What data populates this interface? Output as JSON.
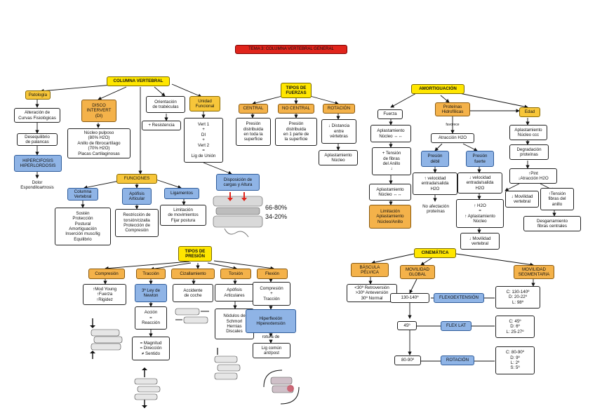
{
  "title": "TEMA 3: COLUMNA VERTEBRAL GENERAL",
  "left": {
    "root": "COLUMNA VERTEBRAL",
    "patologia": "Patología",
    "disco": "DISCO\nINTERVERT\n(DI)",
    "orientacion": "Orientación\nde trabéculas",
    "unidad": "Unidad\nFuncional",
    "alteracion": "Alteración de\nCurvas Fisiológicas",
    "desequilibrio": "Desequilibrio\nde palancas",
    "hiper": "HIPERCIFOSIS\nHIPERLORDOSIS",
    "dolor": "Dolor\nEspondiloartrosis",
    "nucleo": "Núcleo pulposo\n(80% H2O)\nAnillo de fibrocartílago\n(70% H2O)\nPlacas Cartilaginosas",
    "resistencia": "+ Resistencia",
    "vert": "Vert 1\n+\nDI\n+\nVert 2\n=\nLig de Unión",
    "disposicion": "Disposición de\ncargas y Altura",
    "pct1": "66-80%",
    "pct2": "34-20%",
    "funciones": "FUNCIONES",
    "colvert": "Columna\nVertebral",
    "apofisis": "Apófisis\nArticular",
    "ligamentos": "Ligamentos",
    "sosten": "Sostén\nProtección\nPostural\nAmortiguación\nInserción musc/lig\nEquilibrio",
    "restriccion": "Restricción de\ntorsión/cizalla\nProtección de\nCompresión",
    "limitacion": "Limitación\nde movimientos\nFijar postura",
    "tipos_presion": "TIPOS DE\nPRESIÓN",
    "compresion": "Compresión",
    "traccion": "Tracción",
    "cizallamiento": "Cizallamiento",
    "torsion": "Torsión",
    "flexion": "Flexión",
    "mod_young": "↑Mod Young\n↑Fuerza\n↑Rigidez",
    "ley_newton": "3ª Ley de\nNewton",
    "accidente": "Accidente\nde coche",
    "apofisis_art": "Apófisis\nArticulares",
    "comp_trac": "Compresión\n+\nTracción",
    "accion": "Acción\n=\nReacción",
    "magnitud": "= Magnitud\n= Dirección\n≠ Sentido",
    "nodulos": "Nódulos de\nSchmorl\nHernias\nDiscales",
    "hiperflexion": "Hiperflexión\nHiperextensión",
    "rotura": "rotura de",
    "lig_comun": "Lig común\nant/post"
  },
  "middle": {
    "tipos_fuerzas": "TIPOS DE\nFUERZAS",
    "central": "CENTRAL",
    "no_central": "NO CENTRAL",
    "rotacion": "ROTACIÓN",
    "presion_dist": "Presión\ndistribuida\nen toda la\nsuperficie",
    "presion_parte": "Presión\ndistribuida\nen 1 parte de\nla superficie",
    "distancia": "↓ Distancia\nentre\nvértebras",
    "aplast": "Aplastamiento\nNúcleo"
  },
  "right": {
    "amortiguacion": "AMORTIGUACIÓN",
    "fuerza": "Fuerza",
    "proteinas": "Proteínas\nHidrofílicas",
    "edad": "Edad",
    "aplast_nucleo": "Aplastamiento\nNúcleo ↔↔",
    "favorece": "favorece",
    "atraccion": "Atracción H2O",
    "aplast_nucleo_ccc": "Aplastamiento\nNúcleo ccc",
    "tension_fibras": "+ Tensión\nde fibras\ndel Anillo\n↓",
    "presion_debil": "Presión\ndébil",
    "presion_fuerte": "Presión\nfuerte",
    "degradacion": "Degradación\nproteínas",
    "aplast_nucleo2": "Aplastamiento\nNúcleo ↔↔",
    "vel_debil": "↑ velocidad\nentrada/salida\nH2O",
    "vel_fuerte": "↓ velocidad\nentrada/salida\nH2O",
    "hpint": "↑Pint\n↓Atracción H2O",
    "limitacion_aplast": "Limitación\nAplastamiento\nNúcleo/Anillo",
    "no_afectacion": "No afectación\nproteínas",
    "h2o_aplast": "↑ H2O\n=\n↑ Aplastamiento\nNúcleo",
    "movilidad_vert": "↓ Movilidad\nvertebral",
    "tension_fibras2": "↑Tensión\nfibras del\nanillo",
    "desgarramiento": "Desgarramiento\nfibras centrales",
    "movilidad_vert2": "↓ Movilidad\nvertebral",
    "cinematica": "CINEMÁTICA",
    "bascula": "BÁSCULA\nPÉLVICA",
    "movilidad_global": "MOVILIDAD\nGLOBAL",
    "movilidad_seg": "MOVILIDAD\nSEGMENTARIA",
    "retroversion": "<30º Retroversión\n>30º Anteversión\n30º Normal",
    "g130": "130-140º",
    "flexoext": "FLEXOEXTENSIÓN",
    "seg_flex": "C: 130-140º\nD: 20-22º\nL: 98º",
    "g45": "45º",
    "flexlat": "FLEX LAT",
    "seg_lat": "C: 45º\nD: 6º\nL: 25-27º",
    "g80": "80-90º",
    "rotacion": "ROTACIÓN",
    "seg_rot": "C: 80-90º\nD: 9º\nL: 2º\nS: 5º"
  }
}
